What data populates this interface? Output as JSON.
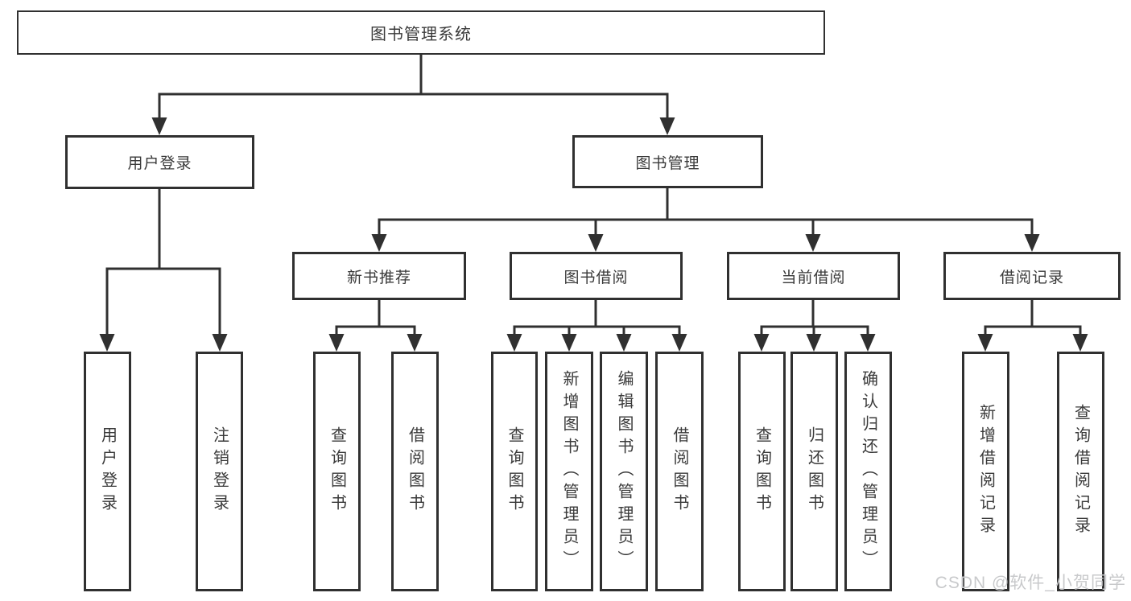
{
  "diagram": {
    "root": {
      "label": "图书管理系统"
    },
    "level2": {
      "user_login": {
        "label": "用户登录"
      },
      "book_management": {
        "label": "图书管理"
      }
    },
    "level3": {
      "new_book_recommend": {
        "label": "新书推荐"
      },
      "book_borrow": {
        "label": "图书借阅"
      },
      "current_borrow": {
        "label": "当前借阅"
      },
      "borrow_records": {
        "label": "借阅记录"
      }
    },
    "leaves": {
      "user_login": [
        "用户登录",
        "注销登录"
      ],
      "new_book_recommend": [
        "查询图书",
        "借阅图书"
      ],
      "book_borrow": [
        "查询图书",
        "新增图书（管理员）",
        "编辑图书（管理员）",
        "借阅图书"
      ],
      "current_borrow": [
        "查询图书",
        "归还图书",
        "确认归还（管理员）"
      ],
      "borrow_records": [
        "新增借阅记录",
        "查询借阅记录"
      ]
    }
  },
  "watermark": {
    "text": "CSDN @软件_小贺同学",
    "color": "#c8c9cb"
  },
  "colors": {
    "line": "#303030",
    "text": "#3a3a3a",
    "background": "#ffffff"
  }
}
